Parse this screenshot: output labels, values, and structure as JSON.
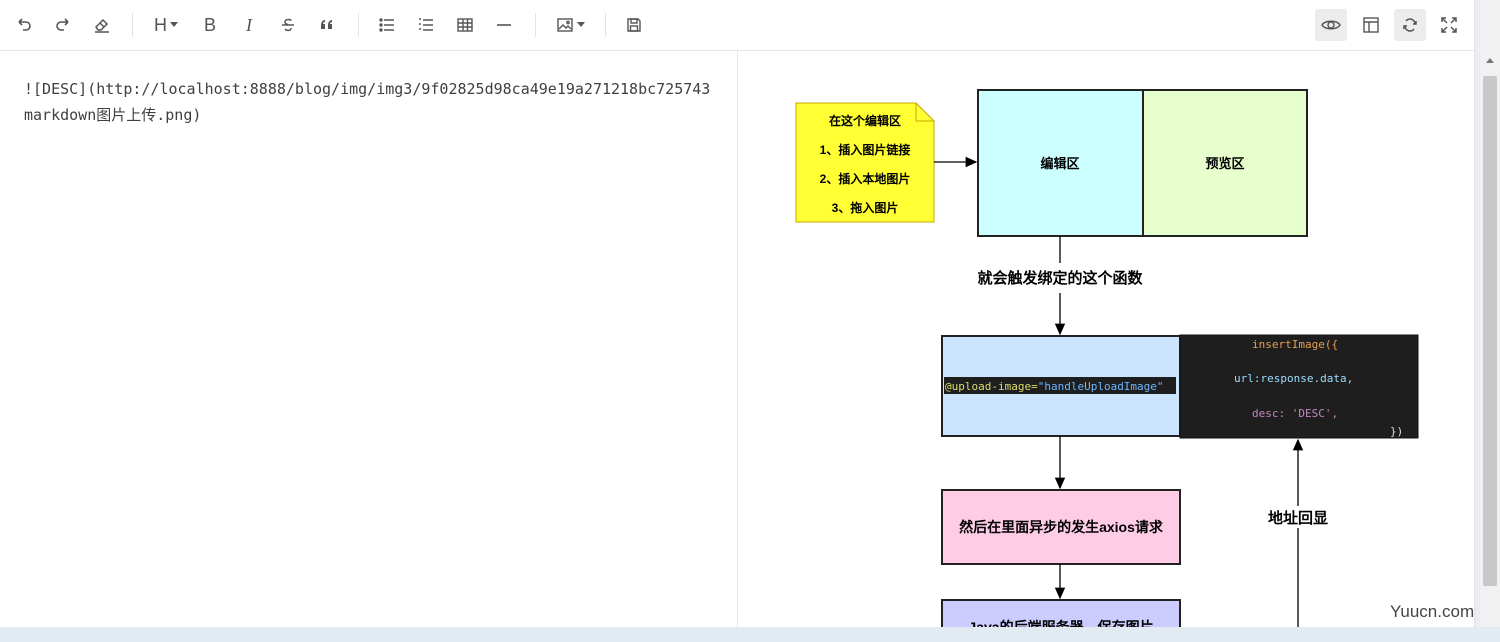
{
  "toolbar": {
    "heading_label": "H",
    "bold_label": "B",
    "italic_label": "I"
  },
  "editor": {
    "content": "![DESC](http://localhost:8888/blog/img/img3/9f02825d98ca49e19a271218bc725743markdown图片上传.png)"
  },
  "diagram": {
    "note_lines": [
      "在这个编辑区",
      "1、插入图片链接",
      "2、插入本地图片",
      "3、拖入图片"
    ],
    "edit_area": "编辑区",
    "preview_area": "预览区",
    "trigger_label": "就会触发绑定的这个函数",
    "upload_attr": "@upload-image=",
    "upload_value": "\"handleUploadImage\"",
    "code_lines": [
      "insertImage({",
      "url:response.data,",
      "desc: 'DESC',",
      "})"
    ],
    "axios_box": "然后在里面异步的发生axios请求",
    "echo_label": "地址回显",
    "server_box": "Java的后端服务器，保存图片"
  },
  "watermark": "Yuucn.com",
  "colors": {
    "note_fill": "#ffff33",
    "edit_fill": "#ccffff",
    "preview_fill": "#e6ffcc",
    "upload_fill": "#cce5ff",
    "code_bg": "#1e1e1e",
    "axios_fill": "#ffcce6",
    "server_fill": "#ccccff"
  }
}
